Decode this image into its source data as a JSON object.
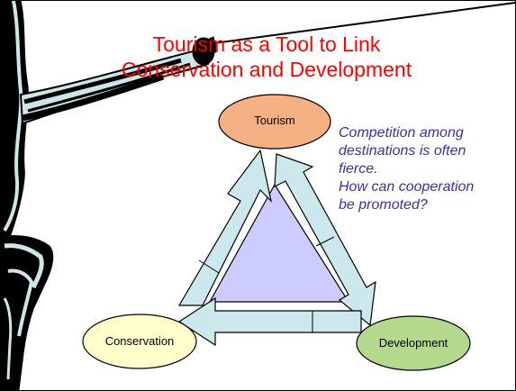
{
  "slide": {
    "title_line_1": "Tourism as a Tool to Link",
    "title_line_2": "Conservation and Development"
  },
  "nodes": {
    "tourism": {
      "label": "Tourism",
      "color": "#f4b183"
    },
    "conservation": {
      "label": "Conservation",
      "color": "#ffffcc"
    },
    "development": {
      "label": "Development",
      "color": "#b4d98c"
    }
  },
  "note": {
    "lines": [
      "Competition among",
      "destinations is often",
      "fierce.",
      "How can cooperation",
      "be promoted?"
    ]
  },
  "colors": {
    "title": "#ff0000",
    "note": "#3333aa",
    "arrow_fill": "#cce8ec",
    "center_fill": "#ccccff"
  },
  "clipart": {
    "icon": "fencer-icon"
  }
}
